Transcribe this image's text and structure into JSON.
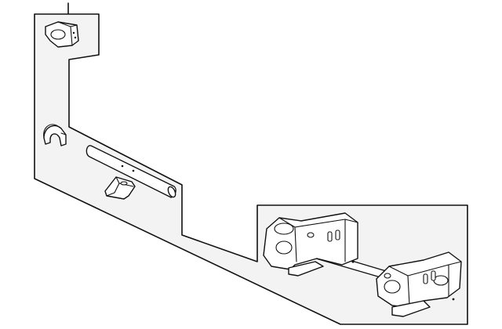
{
  "diagram": {
    "background_color": "#ffffff",
    "panel_fill": "#f3f3f3",
    "line_color": "#111111",
    "parts": [
      {
        "name": "bracket"
      },
      {
        "name": "clip"
      },
      {
        "name": "cross-tube"
      },
      {
        "name": "mount-block"
      },
      {
        "name": "rear-axle-crossmember"
      }
    ]
  }
}
